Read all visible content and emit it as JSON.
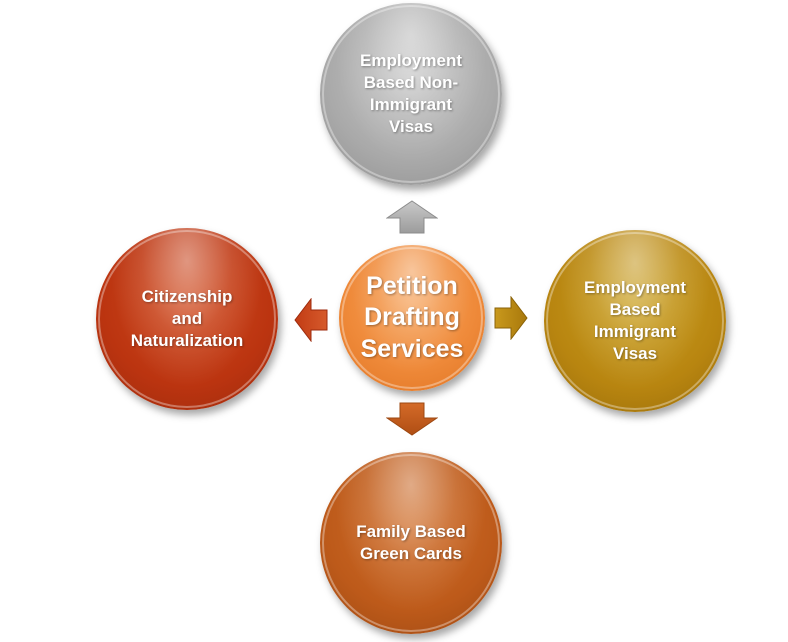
{
  "center": {
    "label": "Petition\nDrafting\nServices",
    "color": "#ef8a3a"
  },
  "nodes": {
    "top": {
      "label": "Employment\nBased Non-\nImmigrant\nVisas",
      "color": "#a9a9a9"
    },
    "left": {
      "label": "Citizenship\nand\nNaturalization",
      "color": "#bb3410"
    },
    "right": {
      "label": "Employment\nBased\nImmigrant\nVisas",
      "color": "#b88510"
    },
    "bottom": {
      "label": "Family Based\nGreen Cards",
      "color": "#bd5a1a"
    }
  },
  "arrows": {
    "up": {
      "direction": "up",
      "color": "#a9a9a9"
    },
    "left": {
      "direction": "left",
      "color": "#bb3410"
    },
    "right": {
      "direction": "right",
      "color": "#b88510"
    },
    "down": {
      "direction": "down",
      "color": "#bd5a1a"
    }
  }
}
